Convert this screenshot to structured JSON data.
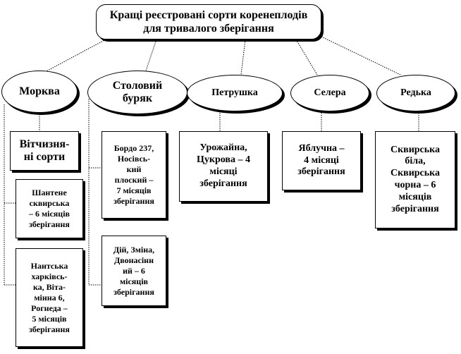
{
  "title": "Кращі реєстровані сорти коренеплодів\nдля тривалого зберігання",
  "categories": [
    {
      "name": "Морква"
    },
    {
      "name": "Столовий\nбуряк"
    },
    {
      "name": "Петрушка"
    },
    {
      "name": "Селера"
    },
    {
      "name": "Редька"
    }
  ],
  "varieties": {
    "carrot_header": "Вітчизня-\nні сорти",
    "carrot_1": "Шантене\nсквирська\n– 6 місяців\nзберігання",
    "carrot_2": "Нантська\nхарківсь-\nка, Віта-\nмінна 6,\nРогнеда –\n5 місяців\nзберігання",
    "beet_1": "Бордо 237,\nНосівсь-\nкий\nплоский –\n7 місяців\nзберігання",
    "beet_2": "Дій, Зміна,\nДвонасінн\nий – 6\nмісяців\nзберігання",
    "parsley": "Урожайна,\nЦукрова – 4\nмісяці\nзберігання",
    "celery": "Яблучна –\n4 місяці\nзберігання",
    "radish": "Сквирська\nбіла,\nСквирська\nчорна – 6\nмісяців\nзберігання"
  }
}
